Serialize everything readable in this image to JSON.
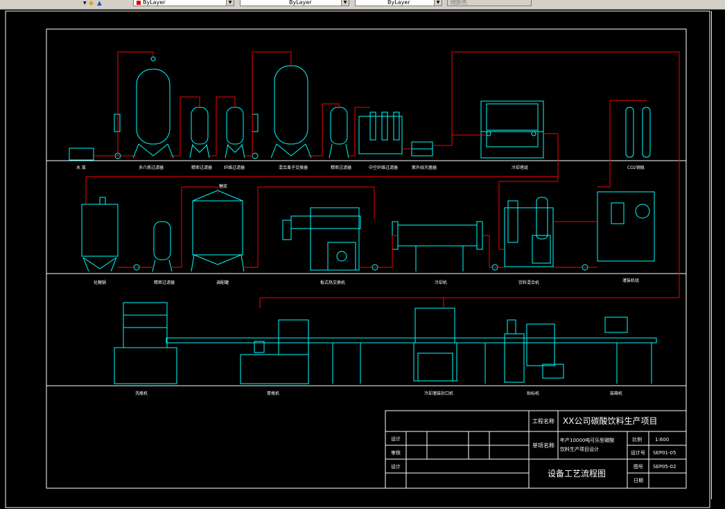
{
  "toolbar": {
    "layer_color_label": "ByLayer",
    "linetype_label": "ByLayer",
    "lineweight_label": "ByLayer",
    "plotstyle_label": "随颜色"
  },
  "colors": {
    "cyan": "#00ffff",
    "red": "#ff0000",
    "white": "#ffffff",
    "background": "#000000"
  },
  "equipment_row1": [
    "水 泵",
    "多介质过滤器",
    "精密过滤器",
    "纤维过滤器",
    "混合离子交换器",
    "精密过滤器",
    "中空纤维过滤器",
    "紫外线灭菌器",
    "冷却塔组",
    "CO2钢瓶"
  ],
  "equipment_row2": [
    "化糖锅",
    "精密过滤器",
    "调配罐",
    "糖浆",
    "板式热交换机",
    "冷却机",
    "饮料混合机",
    "灌装机组"
  ],
  "equipment_row3": [
    "洗瓶机",
    "胃瓶机",
    "冷却灌装封口机",
    "贴标机",
    "装箱机"
  ],
  "title_block": {
    "project_name_label": "工程名称",
    "project_name": "XX公司碳酸饮料生产项目",
    "sub_project_label": "单项名称",
    "sub_project_line1": "年产10000吨可乐型碳酸",
    "sub_project_line2": "饮料生产项目设计",
    "drawing_title": "设备工艺流程图",
    "design_label": "设计",
    "check_label": "审核",
    "draw_label": "设计",
    "scale_label": "比例",
    "scale_value": "1:600",
    "design_no_label": "设计号",
    "design_no_value": "SEP01-05",
    "drawing_no_label": "图号",
    "drawing_no_value": "SEP05-02",
    "date_label": "日期"
  }
}
